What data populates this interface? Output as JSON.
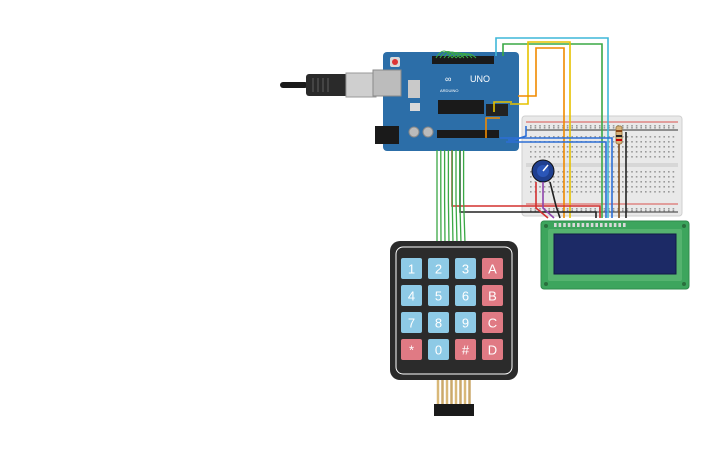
{
  "arduino": {
    "model_label": "UNO",
    "brand_label": "ARDUINO"
  },
  "keypad": {
    "rows": [
      [
        "1",
        "2",
        "3",
        "A"
      ],
      [
        "4",
        "5",
        "6",
        "B"
      ],
      [
        "7",
        "8",
        "9",
        "C"
      ],
      [
        "*",
        "0",
        "#",
        "D"
      ]
    ],
    "colors": {
      "digit": "#8ecae6",
      "special": "#e07a84",
      "body": "#2b2b2b"
    }
  },
  "lcd": {
    "colors": {
      "board": "#3da55d",
      "screen": "#1c2a66"
    }
  },
  "breadboard": {
    "colors": {
      "board": "#e9e9e9",
      "rail_red": "#d9534f",
      "rail_black": "#333333"
    }
  },
  "wire_colors": {
    "green": "#3aa845",
    "blue": "#2d6fd6",
    "orange": "#f08a00",
    "yellow": "#e6c200",
    "cyan": "#3fb7d9",
    "red": "#d3302f",
    "black": "#222222",
    "brown": "#7a4a1e",
    "purple": "#8e44ad"
  },
  "icons": [
    "usb-cable-icon",
    "potentiometer-icon",
    "resistor-icon"
  ]
}
